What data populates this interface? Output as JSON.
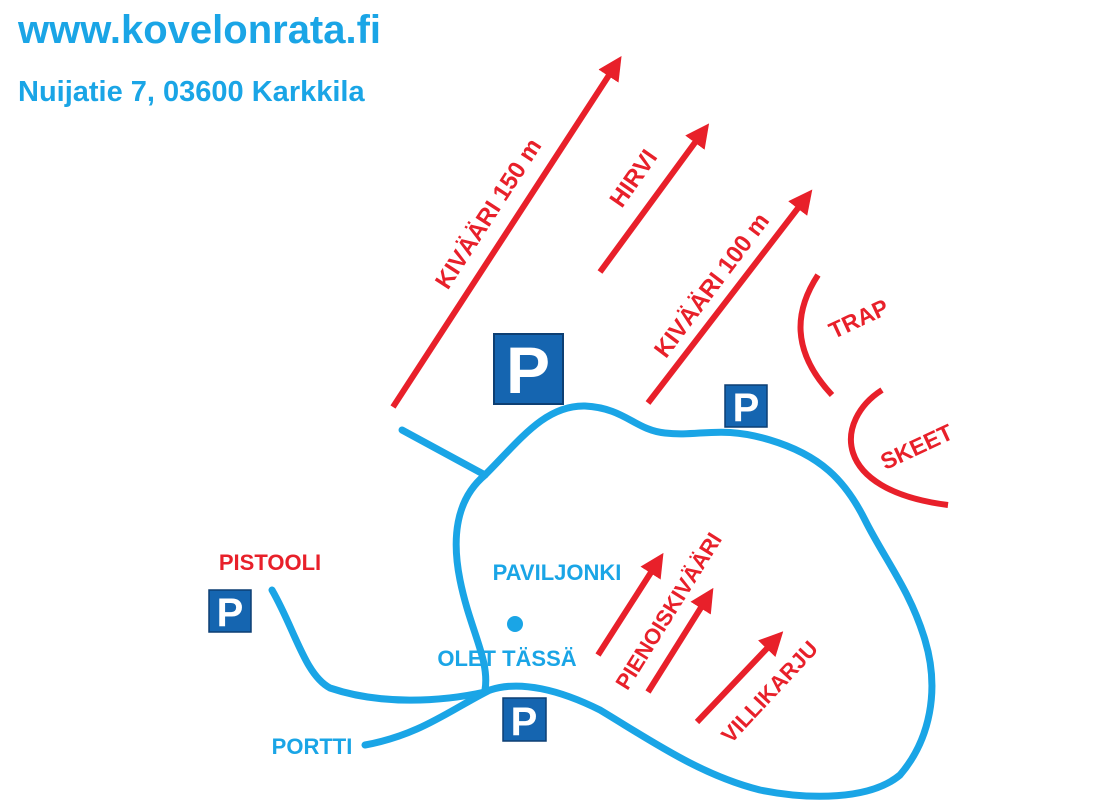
{
  "header": {
    "website": "www.kovelonrata.fi",
    "address": "Nuijatie 7, 03600 Karkkila"
  },
  "colors": {
    "road": "#1aa5e6",
    "range": "#e8202a",
    "parking": "#1565b0"
  },
  "ranges": {
    "kivaari150": "KIVÄÄRI 150 m",
    "hirvi": "HIRVI",
    "kivaari100": "KIVÄÄRI 100 m",
    "trap": "TRAP",
    "skeet": "SKEET",
    "pistooli": "PISTOOLI",
    "pienoiskivaari": "PIENOISKIVÄÄRI",
    "villikarju": "VILLIKARJU"
  },
  "places": {
    "paviljonki": "PAVILJONKI",
    "you_are_here": "OLET TÄSSÄ",
    "portti": "PORTTI"
  },
  "parking": {
    "label": "P"
  }
}
